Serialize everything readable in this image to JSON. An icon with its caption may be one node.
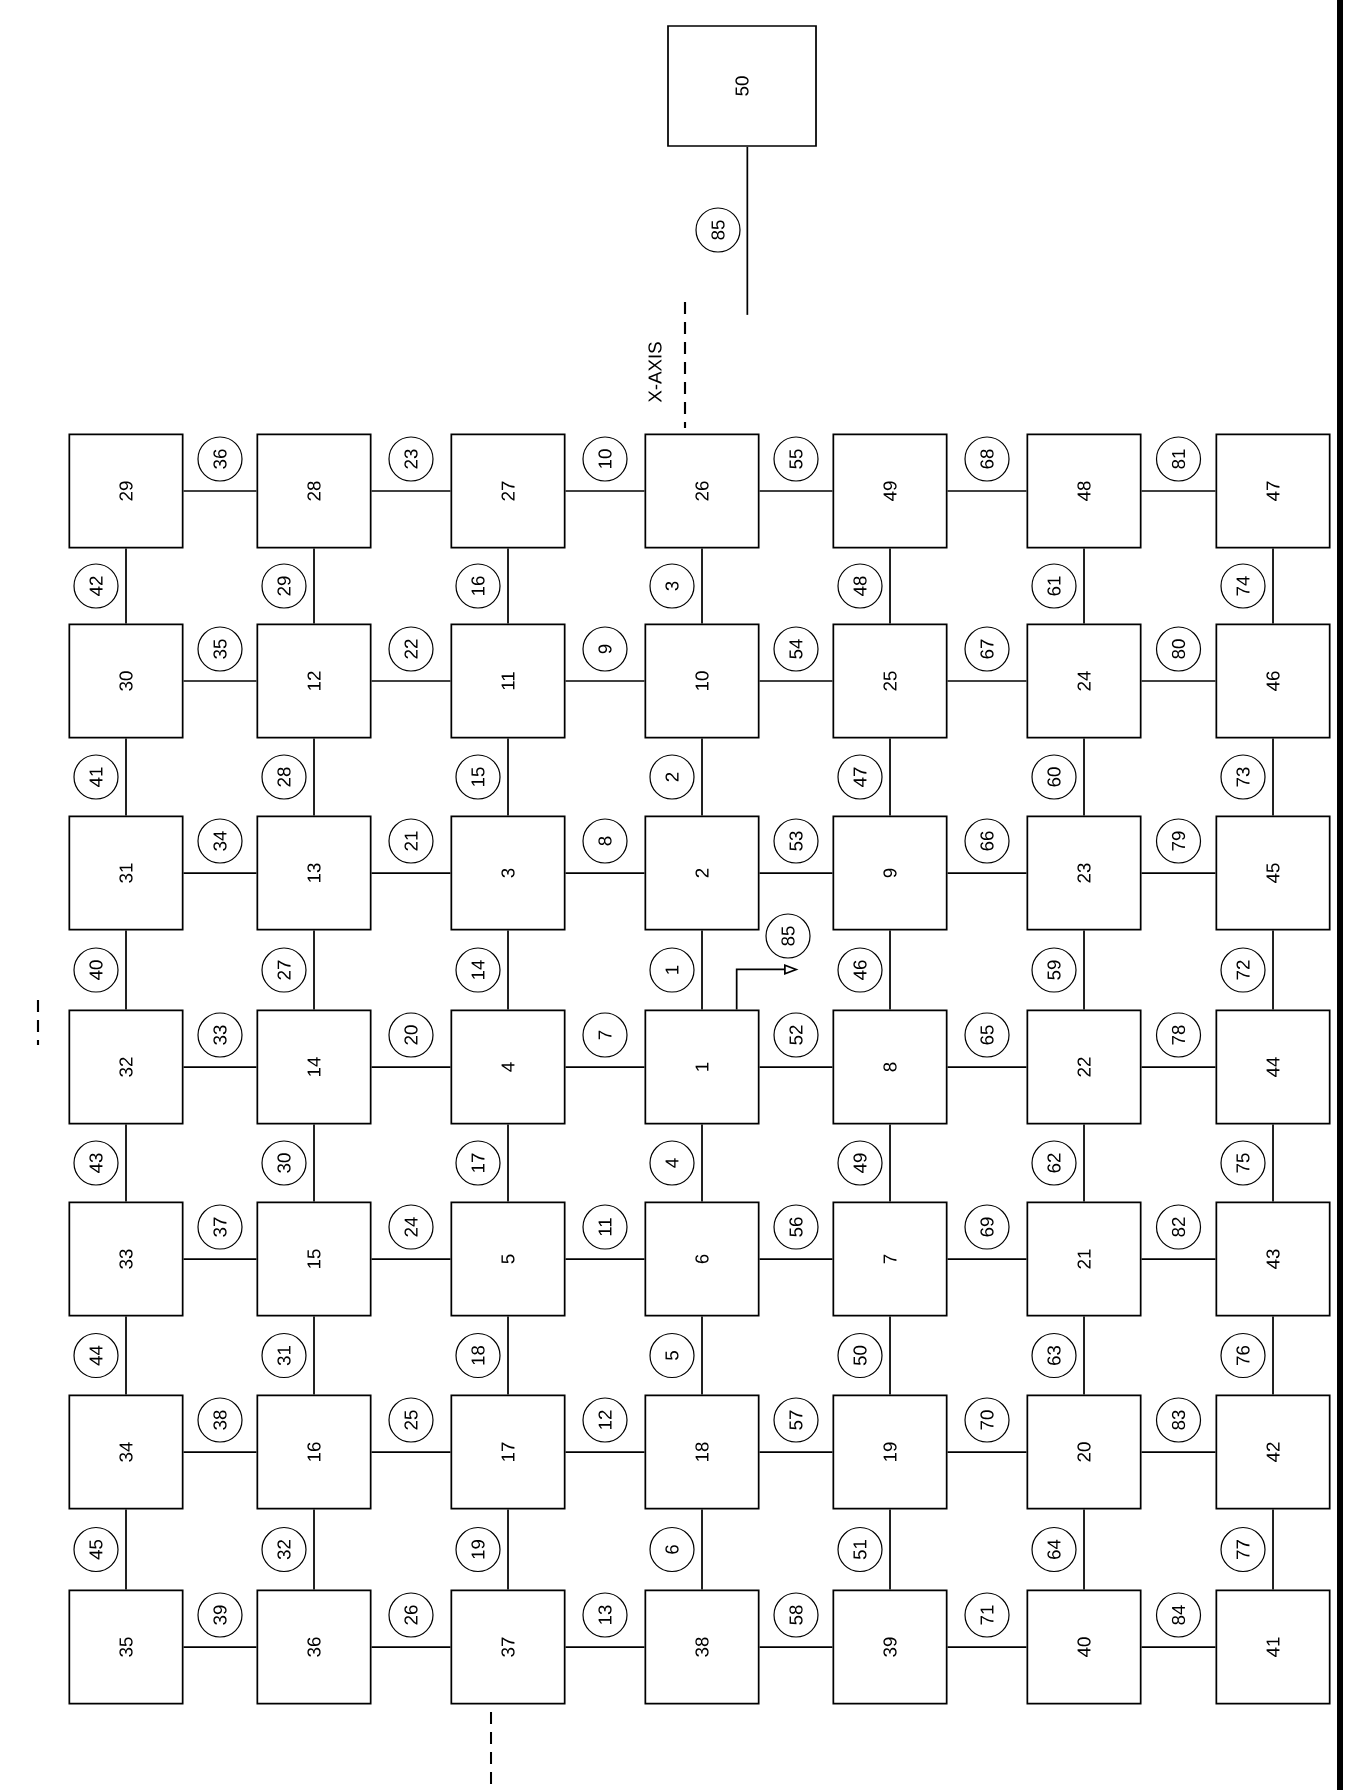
{
  "diagram": {
    "nodes": [
      {
        "text": [
          "1"
        ]
      },
      {
        "text": [
          "2"
        ]
      },
      {
        "text": [
          "3"
        ]
      },
      {
        "text": [
          "4"
        ]
      },
      {
        "text": [
          "5"
        ]
      },
      {
        "text": [
          "6"
        ]
      },
      {
        "text": [
          "7"
        ]
      },
      {
        "text": [
          "8"
        ]
      },
      {
        "text": [
          "9"
        ]
      },
      {
        "text": [
          "10"
        ]
      },
      {
        "text": [
          "11"
        ]
      },
      {
        "text": [
          "12"
        ]
      },
      {
        "text": [
          "13"
        ]
      },
      {
        "text": [
          "14"
        ]
      },
      {
        "text": [
          "15"
        ]
      },
      {
        "text": [
          "16"
        ]
      },
      {
        "text": [
          "17"
        ]
      },
      {
        "text": [
          "18"
        ]
      },
      {
        "text": [
          "19"
        ]
      },
      {
        "text": [
          "20"
        ]
      },
      {
        "text": [
          "21"
        ]
      },
      {
        "text": [
          "22"
        ]
      },
      {
        "text": [
          "23"
        ]
      },
      {
        "text": [
          "24"
        ]
      },
      {
        "text": [
          "25"
        ]
      },
      {
        "text": [
          "26"
        ]
      },
      {
        "text": [
          "27"
        ]
      },
      {
        "text": [
          "28"
        ]
      },
      {
        "text": [
          "29"
        ]
      },
      {
        "text": [
          "30"
        ]
      },
      {
        "text": [
          "31"
        ]
      },
      {
        "text": [
          "32"
        ]
      },
      {
        "text": [
          "33"
        ]
      },
      {
        "text": [
          "34"
        ]
      },
      {
        "text": [
          "35"
        ]
      },
      {
        "text": [
          "36"
        ]
      },
      {
        "text": [
          "37"
        ]
      },
      {
        "text": [
          "38"
        ]
      },
      {
        "text": [
          "39"
        ]
      },
      {
        "text": [
          "40"
        ]
      },
      {
        "text": [
          "41"
        ]
      },
      {
        "text": [
          "42"
        ]
      },
      {
        "text": [
          "43"
        ]
      },
      {
        "text": [
          "44"
        ]
      },
      {
        "text": [
          "45"
        ]
      },
      {
        "text": [
          "46"
        ]
      },
      {
        "text": [
          "47"
        ]
      },
      {
        "text": [
          "48"
        ]
      },
      {
        "text": [
          "49"
        ]
      },
      {
        "text": [
          "50"
        ]
      }
    ],
    "edges": [
      {
        "from": 1,
        "to": 0,
        "arrow": "none",
        "label": "1"
      },
      {
        "from": 9,
        "to": 1,
        "arrow": "none",
        "label": "2"
      },
      {
        "from": 25,
        "to": 9,
        "arrow": "none",
        "label": "3"
      },
      {
        "from": 0,
        "to": 5,
        "arrow": "none",
        "label": "4"
      },
      {
        "from": 5,
        "to": 17,
        "arrow": "none",
        "label": "5"
      },
      {
        "from": 17,
        "to": 37,
        "arrow": "none",
        "label": "6"
      },
      {
        "from": 3,
        "to": 0,
        "arrow": "none",
        "label": "7"
      },
      {
        "from": 2,
        "to": 1,
        "arrow": "none",
        "label": "8"
      },
      {
        "from": 10,
        "to": 9,
        "arrow": "none",
        "label": "9"
      },
      {
        "from": 26,
        "to": 25,
        "arrow": "none",
        "label": "10"
      },
      {
        "from": 4,
        "to": 5,
        "arrow": "none",
        "label": "11"
      },
      {
        "from": 16,
        "to": 17,
        "arrow": "none",
        "label": "12"
      },
      {
        "from": 36,
        "to": 37,
        "arrow": "none",
        "label": "13"
      },
      {
        "from": 2,
        "to": 3,
        "arrow": "none",
        "label": "14"
      },
      {
        "from": 10,
        "to": 2,
        "arrow": "none",
        "label": "15"
      },
      {
        "from": 26,
        "to": 10,
        "arrow": "none",
        "label": "16"
      },
      {
        "from": 3,
        "to": 4,
        "arrow": "none",
        "label": "17"
      },
      {
        "from": 4,
        "to": 16,
        "arrow": "none",
        "label": "18"
      },
      {
        "from": 16,
        "to": 36,
        "arrow": "none",
        "label": "19"
      },
      {
        "from": 13,
        "to": 3,
        "arrow": "none",
        "label": "20"
      },
      {
        "from": 12,
        "to": 2,
        "arrow": "none",
        "label": "21"
      },
      {
        "from": 11,
        "to": 10,
        "arrow": "none",
        "label": "22"
      },
      {
        "from": 27,
        "to": 26,
        "arrow": "none",
        "label": "23"
      },
      {
        "from": 14,
        "to": 4,
        "arrow": "none",
        "label": "24"
      },
      {
        "from": 15,
        "to": 16,
        "arrow": "none",
        "label": "25"
      },
      {
        "from": 35,
        "to": 36,
        "arrow": "none",
        "label": "26"
      },
      {
        "from": 12,
        "to": 13,
        "arrow": "none",
        "label": "27"
      },
      {
        "from": 11,
        "to": 12,
        "arrow": "none",
        "label": "28"
      },
      {
        "from": 27,
        "to": 11,
        "arrow": "none",
        "label": "29"
      },
      {
        "from": 13,
        "to": 14,
        "arrow": "none",
        "label": "30"
      },
      {
        "from": 14,
        "to": 15,
        "arrow": "none",
        "label": "31"
      },
      {
        "from": 15,
        "to": 35,
        "arrow": "none",
        "label": "32"
      },
      {
        "from": 31,
        "to": 13,
        "arrow": "none",
        "label": "33"
      },
      {
        "from": 30,
        "to": 12,
        "arrow": "none",
        "label": "34"
      },
      {
        "from": 29,
        "to": 11,
        "arrow": "none",
        "label": "35"
      },
      {
        "from": 28,
        "to": 27,
        "arrow": "none",
        "label": "36"
      },
      {
        "from": 32,
        "to": 14,
        "arrow": "none",
        "label": "37"
      },
      {
        "from": 33,
        "to": 15,
        "arrow": "none",
        "label": "38"
      },
      {
        "from": 34,
        "to": 35,
        "arrow": "none",
        "label": "39"
      },
      {
        "from": 30,
        "to": 31,
        "arrow": "none",
        "label": "40"
      },
      {
        "from": 29,
        "to": 30,
        "arrow": "none",
        "label": "41"
      },
      {
        "from": 28,
        "to": 29,
        "arrow": "none",
        "label": "42"
      },
      {
        "from": 31,
        "to": 32,
        "arrow": "none",
        "label": "43"
      },
      {
        "from": 32,
        "to": 33,
        "arrow": "none",
        "label": "44"
      },
      {
        "from": 33,
        "to": 34,
        "arrow": "none",
        "label": "45"
      },
      {
        "from": 8,
        "to": 7,
        "arrow": "none",
        "label": "46"
      },
      {
        "from": 24,
        "to": 8,
        "arrow": "none",
        "label": "47"
      },
      {
        "from": 48,
        "to": 24,
        "arrow": "none",
        "label": "48"
      },
      {
        "from": 7,
        "to": 6,
        "arrow": "none",
        "label": "49"
      },
      {
        "from": 6,
        "to": 18,
        "arrow": "none",
        "label": "50"
      },
      {
        "from": 18,
        "to": 38,
        "arrow": "none",
        "label": "51"
      },
      {
        "from": 0,
        "to": 7,
        "arrow": "none",
        "label": "52"
      },
      {
        "from": 1,
        "to": 8,
        "arrow": "none",
        "label": "53"
      },
      {
        "from": 9,
        "to": 24,
        "arrow": "none",
        "label": "54"
      },
      {
        "from": 25,
        "to": 48,
        "arrow": "none",
        "label": "55"
      },
      {
        "from": 5,
        "to": 6,
        "arrow": "none",
        "label": "56"
      },
      {
        "from": 17,
        "to": 18,
        "arrow": "none",
        "label": "57"
      },
      {
        "from": 37,
        "to": 38,
        "arrow": "none",
        "label": "58"
      },
      {
        "from": 22,
        "to": 21,
        "arrow": "none",
        "label": "59"
      },
      {
        "from": 23,
        "to": 22,
        "arrow": "none",
        "label": "60"
      },
      {
        "from": 47,
        "to": 23,
        "arrow": "none",
        "label": "61"
      },
      {
        "from": 21,
        "to": 20,
        "arrow": "none",
        "label": "62"
      },
      {
        "from": 20,
        "to": 19,
        "arrow": "none",
        "label": "63"
      },
      {
        "from": 19,
        "to": 39,
        "arrow": "none",
        "label": "64"
      },
      {
        "from": 7,
        "to": 21,
        "arrow": "none",
        "label": "65"
      },
      {
        "from": 8,
        "to": 22,
        "arrow": "none",
        "label": "66"
      },
      {
        "from": 24,
        "to": 23,
        "arrow": "none",
        "label": "67"
      },
      {
        "from": 48,
        "to": 47,
        "arrow": "none",
        "label": "68"
      },
      {
        "from": 6,
        "to": 20,
        "arrow": "none",
        "label": "69"
      },
      {
        "from": 18,
        "to": 19,
        "arrow": "none",
        "label": "70"
      },
      {
        "from": 38,
        "to": 39,
        "arrow": "none",
        "label": "71"
      },
      {
        "from": 44,
        "to": 43,
        "arrow": "none",
        "label": "72"
      },
      {
        "from": 45,
        "to": 44,
        "arrow": "none",
        "label": "73"
      },
      {
        "from": 46,
        "to": 45,
        "arrow": "none",
        "label": "74"
      },
      {
        "from": 43,
        "to": 42,
        "arrow": "none",
        "label": "75"
      },
      {
        "from": 42,
        "to": 41,
        "arrow": "none",
        "label": "76"
      },
      {
        "from": 41,
        "to": 40,
        "arrow": "none",
        "label": "77"
      },
      {
        "from": 21,
        "to": 43,
        "arrow": "none",
        "label": "78"
      },
      {
        "from": 22,
        "to": 44,
        "arrow": "none",
        "label": "79"
      },
      {
        "from": 23,
        "to": 45,
        "arrow": "none",
        "label": "80"
      },
      {
        "from": 47,
        "to": 46,
        "arrow": "none",
        "label": "81"
      },
      {
        "from": 20,
        "to": 42,
        "arrow": "none",
        "label": "82"
      },
      {
        "from": 19,
        "to": 41,
        "arrow": "none",
        "label": "83"
      },
      {
        "from": 39,
        "to": 40,
        "arrow": "none",
        "label": "84"
      },
      {
        "from": 49,
        "to": null,
        "arrow": "none",
        "label": "85"
      },
      {
        "from": 0,
        "to": null,
        "arrow": "to",
        "label": "85"
      }
    ],
    "labels": [
      "X-AXIS"
    ]
  }
}
